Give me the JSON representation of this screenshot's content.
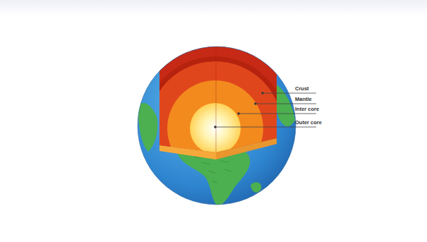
{
  "diagram": {
    "labels": [
      "Crust",
      "Mantle",
      "Inter core",
      "Outer core"
    ]
  }
}
